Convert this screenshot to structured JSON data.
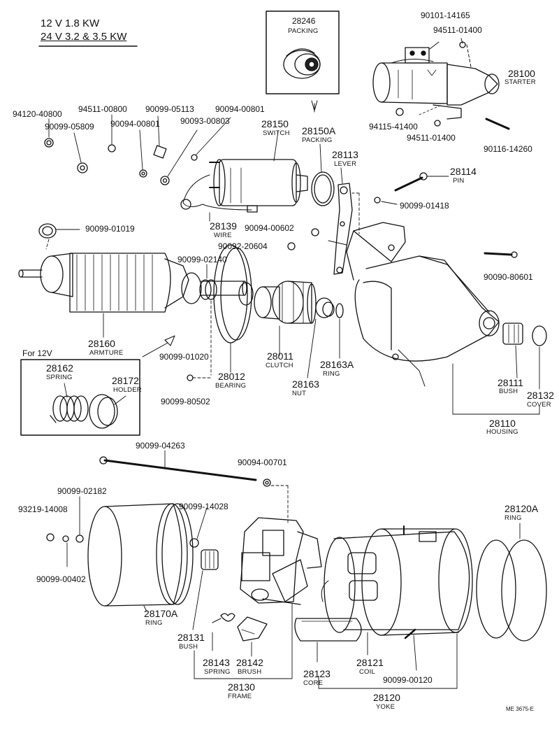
{
  "header": {
    "line1": "12 V 1.8 KW",
    "line2": "24 V 3.2 & 3.5 KW"
  },
  "inset": {
    "title": "For  12V"
  },
  "footer": {
    "code": "ME  3675-E"
  },
  "labels": {
    "p28246": "28246",
    "n28246": "PACKING",
    "p90101_14165": "90101-14165",
    "p94511_01400a": "94511-01400",
    "p28100": "28100",
    "n28100": "STARTER",
    "p94115_41400": "94115-41400",
    "p94511_01400b": "94511-01400",
    "p90116_14260": "90116-14260",
    "p94120_40800": "94120-40800",
    "p94511_00800": "94511-00800",
    "p90099_05113": "90099-05113",
    "p90094_00801a": "90094-00801",
    "p90099_05809": "90099-05809",
    "p90094_00801b": "90094-00801",
    "p90093_00803": "90093-00803",
    "p28150": "28150",
    "n28150": "SWITCH",
    "p28150A": "28150A",
    "n28150A": "PACKING",
    "p28113": "28113",
    "n28113": "LEVER",
    "p28114": "28114",
    "n28114": "PIN",
    "p90099_01418": "90099-01418",
    "p28139": "28139",
    "n28139": "WIRE",
    "p90094_00602": "90094-00602",
    "p90099_01019": "90099-01019",
    "p90092_20604": "90092-20604",
    "p90099_02140": "90099-02140",
    "p90090_80601": "90090-80601",
    "p28160": "28160",
    "n28160": "ARMTURE",
    "p90099_01020": "90099-01020",
    "p28012": "28012",
    "n28012": "BEARING",
    "p28011": "28011",
    "n28011": "CLUTCH",
    "p28163A": "28163A",
    "n28163A": "RING",
    "p28163": "28163",
    "n28163": "NUT",
    "p28111": "28111",
    "n28111": "BUSH",
    "p28132": "28132",
    "n28132": "COVER",
    "p28110": "28110",
    "n28110": "HOUSING",
    "p28162": "28162",
    "n28162": "SPRING",
    "p28172": "28172",
    "n28172": "HOLDER",
    "p90099_80502": "90099-80502",
    "p90099_04263": "90099-04263",
    "p90094_00701": "90094-00701",
    "p90099_02182": "90099-02182",
    "p93219_14008": "93219-14008",
    "p90099_14028": "90099-14028",
    "p28120A": "28120A",
    "n28120A": "RING",
    "p90099_00402": "90099-00402",
    "p28170A": "28170A",
    "n28170A": "RING",
    "p28131": "28131",
    "n28131": "BUSH",
    "p28143": "28143",
    "n28143": "SPRING",
    "p28142": "28142",
    "n28142": "BRUSH",
    "p28130": "28130",
    "n28130": "FRAME",
    "p28123": "28123",
    "n28123": "CORE",
    "p28121": "28121",
    "n28121": "COIL",
    "p90099_00120": "90099-00120",
    "p28120": "28120",
    "n28120": "YOKE"
  }
}
